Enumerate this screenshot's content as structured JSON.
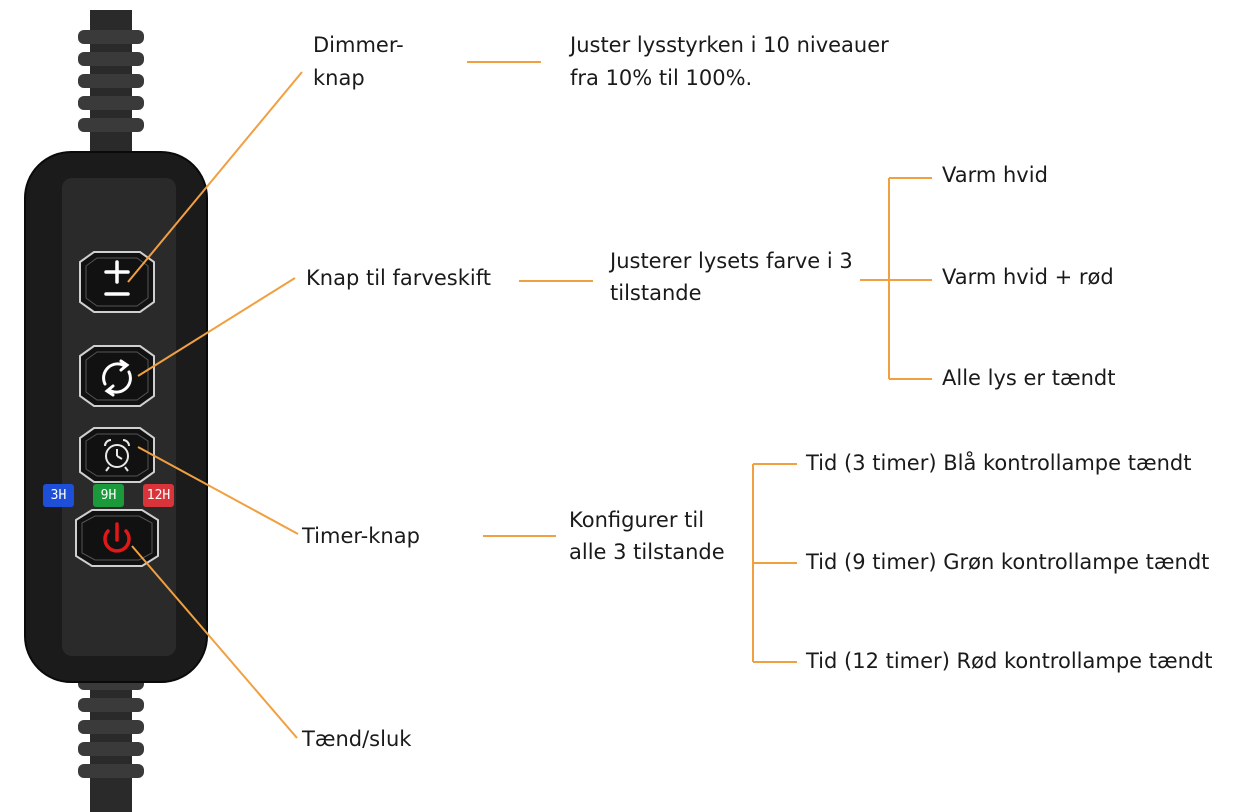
{
  "labels": {
    "dimmer": [
      "Dimmer-",
      "knap"
    ],
    "dimmer_desc": [
      "Juster lysstyrken i 10 niveauer",
      "fra 10% til 100%."
    ],
    "color_switch": "Knap til farveskift",
    "color_desc": [
      "Justerer lysets farve i 3",
      "tilstande"
    ],
    "color_options": [
      "Varm hvid",
      "Varm hvid + rød",
      "Alle lys er tændt"
    ],
    "timer": "Timer-knap",
    "timer_desc": [
      "Konfigurer til",
      "alle 3 tilstande"
    ],
    "timer_options": [
      "Tid (3 timer) Blå kontrollampe tændt",
      "Tid (9 timer) Grøn kontrollampe tændt",
      "Tid (12 timer) Rød kontrollampe tændt"
    ],
    "power": "Tænd/sluk"
  },
  "device": {
    "indicators": [
      {
        "label": "3H",
        "color": "#1e4fd8"
      },
      {
        "label": "9H",
        "color": "#1a9a3a"
      },
      {
        "label": "12H",
        "color": "#d8343a"
      }
    ],
    "icons": [
      "plus-minus-icon",
      "cycle-arrows-icon",
      "alarm-clock-icon",
      "power-icon"
    ]
  },
  "colors": {
    "connector": "#f0a040",
    "body": "#1b1b1b",
    "panel": "#2a2a2a",
    "power": "#e01818"
  }
}
